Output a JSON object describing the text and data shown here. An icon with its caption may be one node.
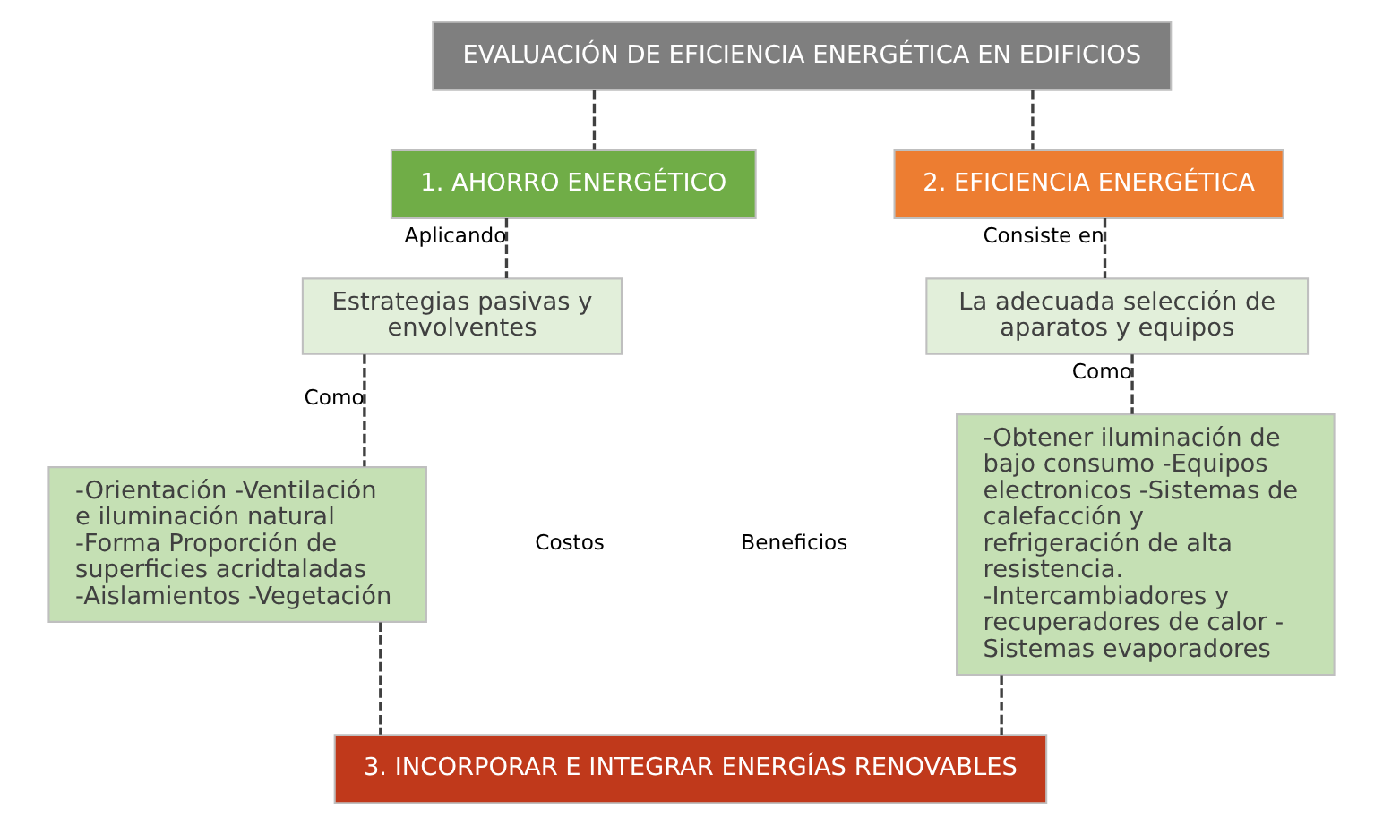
{
  "diagram": {
    "nodes": [
      {
        "text": [
          "EVALUACIÓN DE EFICIENCIA ENERGÉTICA EN EDIFICIOS"
        ]
      },
      {
        "text": [
          "1. AHORRO ENERGÉTICO"
        ]
      },
      {
        "text": [
          "2. EFICIENCIA ENERGÉTICA"
        ]
      },
      {
        "text": [
          "Estrategias pasivas y envolventes"
        ]
      },
      {
        "text": [
          "-Orientación -Ventilación e iluminación natural -Forma Proporción de superficies acridtaladas -Aislamientos -Vegetación"
        ]
      },
      {
        "text": [
          "La adecuada selección de aparatos y equipos"
        ]
      },
      {
        "text": [
          "-Obtener iluminación de bajo consumo -Equipos electronicos -Sistemas de calefacción y refrigeración de alta resistencia. -Intercambiadores y recuperadores de calor - Sistemas evaporadores"
        ]
      },
      {
        "text": [
          "3. INCORPORAR E INTEGRAR ENERGÍAS RENOVABLES"
        ]
      }
    ],
    "edges": [
      {
        "from": 0,
        "to": 1,
        "arrow": "none"
      },
      {
        "from": 0,
        "to": 2,
        "arrow": "none"
      },
      {
        "from": 1,
        "to": 3,
        "arrow": "none",
        "label": "Aplicando"
      },
      {
        "from": 3,
        "to": 4,
        "arrow": "none",
        "label": "Como"
      },
      {
        "from": 2,
        "to": 5,
        "arrow": "none",
        "label": "Consiste en"
      },
      {
        "from": 5,
        "to": 6,
        "arrow": "none",
        "label": "Como"
      },
      {
        "from": 4,
        "to": 7,
        "arrow": "none"
      },
      {
        "from": 6,
        "to": 7,
        "arrow": "none"
      }
    ],
    "labels": [
      "Costos",
      "Beneficios"
    ]
  }
}
